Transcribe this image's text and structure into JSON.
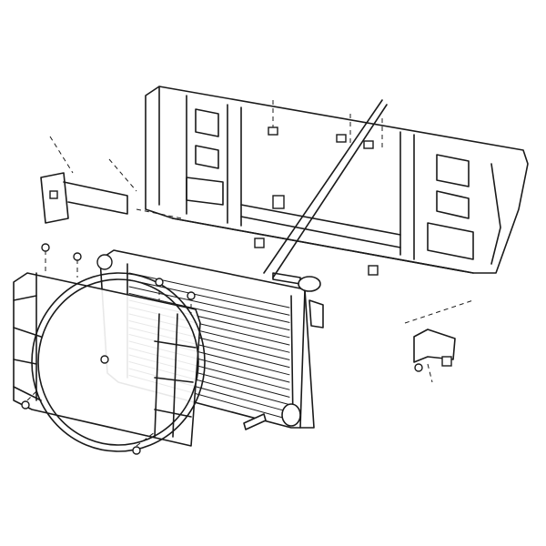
{
  "diagram": {
    "colors": {
      "line": "#1a1a1a",
      "background": "#ffffff"
    },
    "parts": [
      "radiator-support-panel",
      "radiator",
      "fan-shroud",
      "left-bracket",
      "right-bracket",
      "bolts",
      "radiator-cap"
    ]
  }
}
